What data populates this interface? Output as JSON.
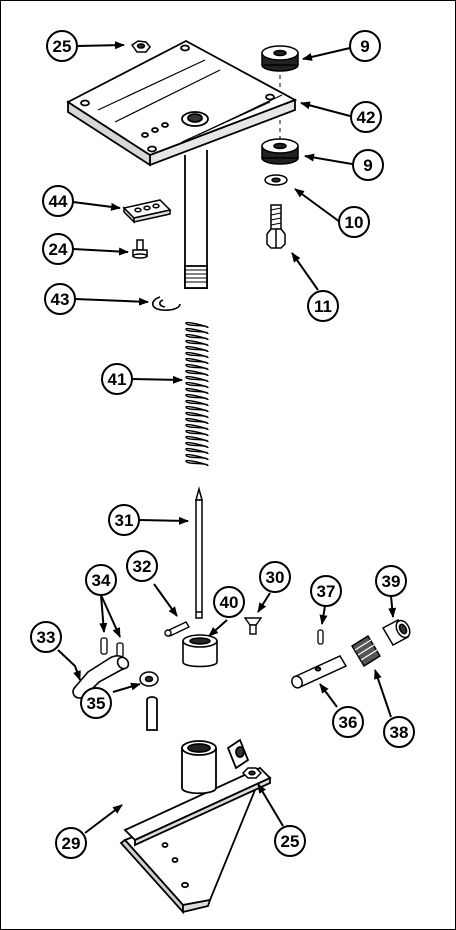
{
  "colors": {
    "line": "#000000",
    "part_fill": "#ffffff",
    "shade": "#bdbdbd",
    "dark": "#1a1a1a"
  },
  "callouts": [
    {
      "id": "c25a",
      "label": "25"
    },
    {
      "id": "c9a",
      "label": "9"
    },
    {
      "id": "c42",
      "label": "42"
    },
    {
      "id": "c9b",
      "label": "9"
    },
    {
      "id": "c44",
      "label": "44"
    },
    {
      "id": "c10",
      "label": "10"
    },
    {
      "id": "c24",
      "label": "24"
    },
    {
      "id": "c11",
      "label": "11"
    },
    {
      "id": "c43",
      "label": "43"
    },
    {
      "id": "c41",
      "label": "41"
    },
    {
      "id": "c31",
      "label": "31"
    },
    {
      "id": "c32",
      "label": "32"
    },
    {
      "id": "c30",
      "label": "30"
    },
    {
      "id": "c37",
      "label": "37"
    },
    {
      "id": "c39",
      "label": "39"
    },
    {
      "id": "c34",
      "label": "34"
    },
    {
      "id": "c40",
      "label": "40"
    },
    {
      "id": "c33",
      "label": "33"
    },
    {
      "id": "c38",
      "label": "38"
    },
    {
      "id": "c35",
      "label": "35"
    },
    {
      "id": "c36",
      "label": "36"
    },
    {
      "id": "c29",
      "label": "29"
    },
    {
      "id": "c25b",
      "label": "25"
    }
  ]
}
